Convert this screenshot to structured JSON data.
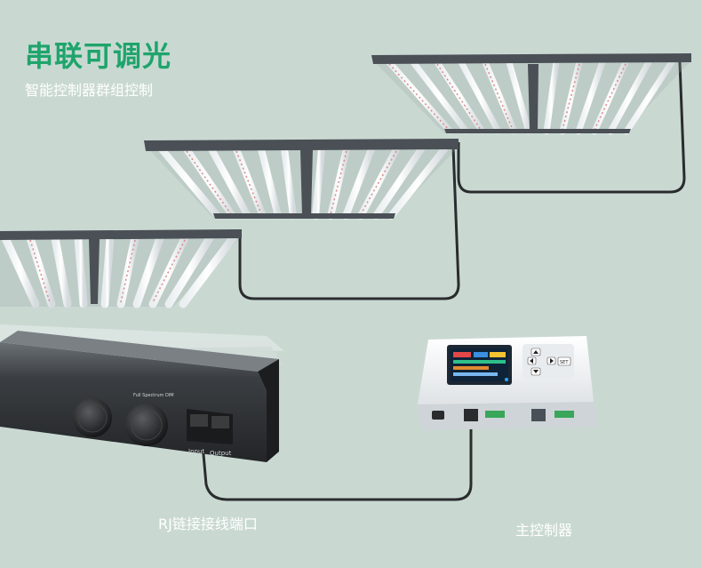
{
  "title": "串联可调光",
  "subtitle": "智能控制器群组控制",
  "labels": {
    "rj_port": "RJ链接接线端口",
    "main_controller": "主控制器"
  },
  "driver": {
    "knob_top_label": "Full Spectrum DIM",
    "input_label": "Input",
    "output_label": "Output"
  },
  "controller": {
    "set_button": "SET"
  },
  "colors": {
    "background": "#c9d9d2",
    "title": "#1fa46c",
    "frame": "#4b5056",
    "driver": "#2d3034",
    "controller": "#f4f6f7"
  }
}
